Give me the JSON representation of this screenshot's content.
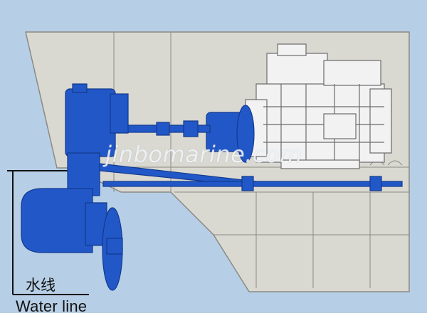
{
  "diagram": {
    "waterline_label_cn": "水线",
    "waterline_label_en": "Water line",
    "watermark": "jinbomarine.com"
  },
  "colors": {
    "sky": "#b7cfe6",
    "hull": "#d9d8d1",
    "hull_line": "#8a8a84",
    "thruster": "#2257c7",
    "thruster_dark": "#123a8e",
    "engine": "#f2f2f2",
    "engine_line": "#6c6c6c"
  }
}
